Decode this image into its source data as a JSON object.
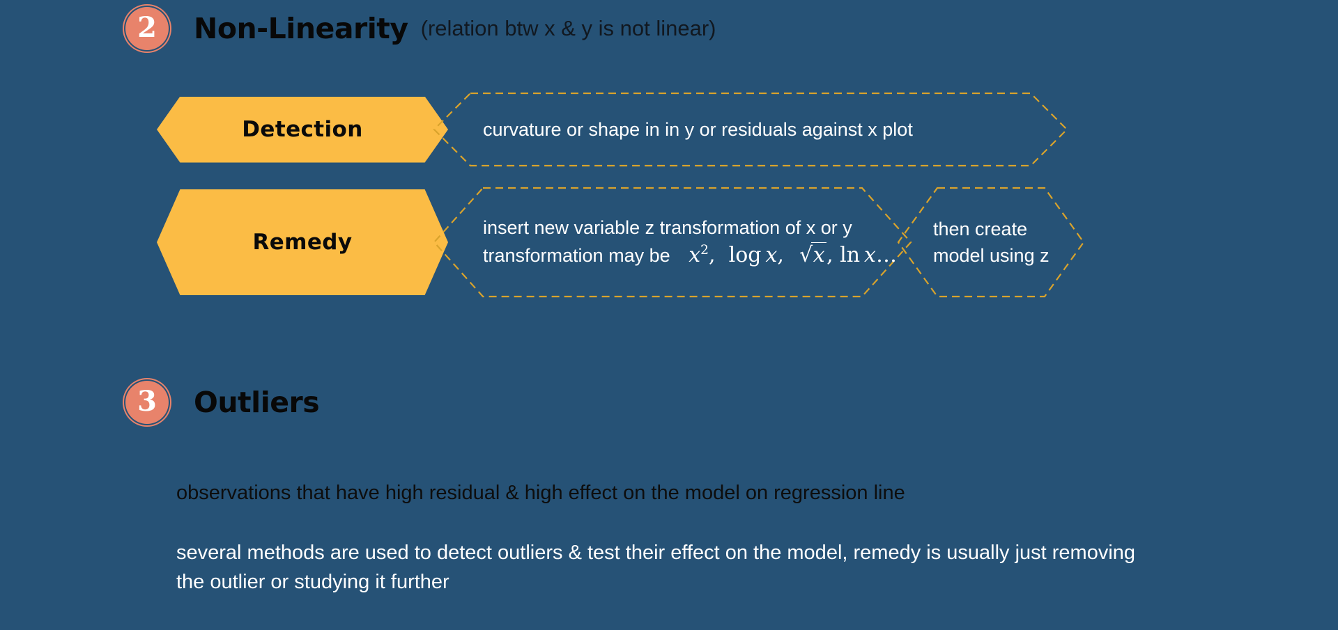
{
  "theme": {
    "background": "#265276",
    "badge_fill": "#e8836b",
    "badge_ring": "#265276",
    "hex_solid_fill": "#fbbc45",
    "hex_dashed_stroke": "#d9a32c",
    "heading_text": "#080808",
    "body_text_dark": "#0d0d0d",
    "body_text_light": "#ffffff"
  },
  "sections": {
    "non_linearity": {
      "badge_number": "2",
      "title": "Non-Linearity",
      "subtitle": "(relation btw x & y is not linear)",
      "rows": [
        {
          "label": "Detection",
          "description": "curvature or shape in in y or residuals against x plot"
        },
        {
          "label": "Remedy",
          "description_line_1": "insert new variable z transformation of x or y",
          "description_line_2_prefix": "transformation may be",
          "formula": {
            "term_1_base": "x",
            "term_1_exponent": "2",
            "separator_1": ", ",
            "term_2": "log x",
            "separator_2": ", ",
            "term_3_radicand": "x",
            "separator_3": ", ",
            "term_4": "ln x",
            "ellipsis": "…"
          },
          "next_step_line_1": "then create",
          "next_step_line_2": "model using z"
        }
      ]
    },
    "outliers": {
      "badge_number": "3",
      "title": "Outliers",
      "paragraphs": [
        "observations that have high residual & high effect on the model on regression line",
        "several methods are used to detect outliers & test their effect on the model, remedy is usually just removing the outlier or studying it further"
      ]
    }
  }
}
